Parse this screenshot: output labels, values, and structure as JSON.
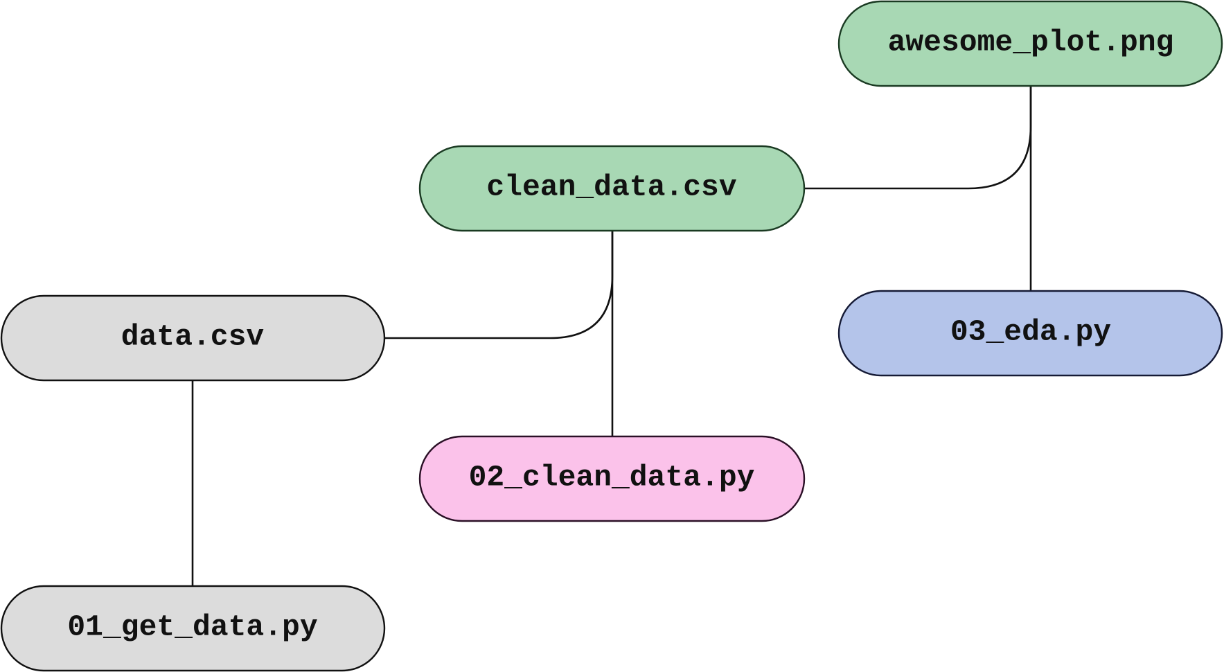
{
  "diagram": {
    "nodes": [
      {
        "id": "awesome_plot",
        "label": "awesome_plot.png",
        "kind": "output",
        "fill": "#a8d8b4",
        "stroke": "#1a3a22"
      },
      {
        "id": "clean_data",
        "label": "clean_data.csv",
        "kind": "output",
        "fill": "#a8d8b4",
        "stroke": "#1a3a22"
      },
      {
        "id": "eda",
        "label": "03_eda.py",
        "kind": "script",
        "fill": "#b4c4ea",
        "stroke": "#151a35"
      },
      {
        "id": "data",
        "label": "data.csv",
        "kind": "data",
        "fill": "#dcdcdc",
        "stroke": "#111111"
      },
      {
        "id": "clean_script",
        "label": "02_clean_data.py",
        "kind": "script",
        "fill": "#fbc2ea",
        "stroke": "#2a1026"
      },
      {
        "id": "get_data",
        "label": "01_get_data.py",
        "kind": "data",
        "fill": "#dcdcdc",
        "stroke": "#111111"
      }
    ],
    "edges": [
      {
        "from": "clean_data",
        "to": "awesome_plot"
      },
      {
        "from": "eda",
        "to": "awesome_plot"
      },
      {
        "from": "data",
        "to": "clean_data"
      },
      {
        "from": "clean_script",
        "to": "clean_data"
      },
      {
        "from": "get_data",
        "to": "data"
      }
    ]
  }
}
